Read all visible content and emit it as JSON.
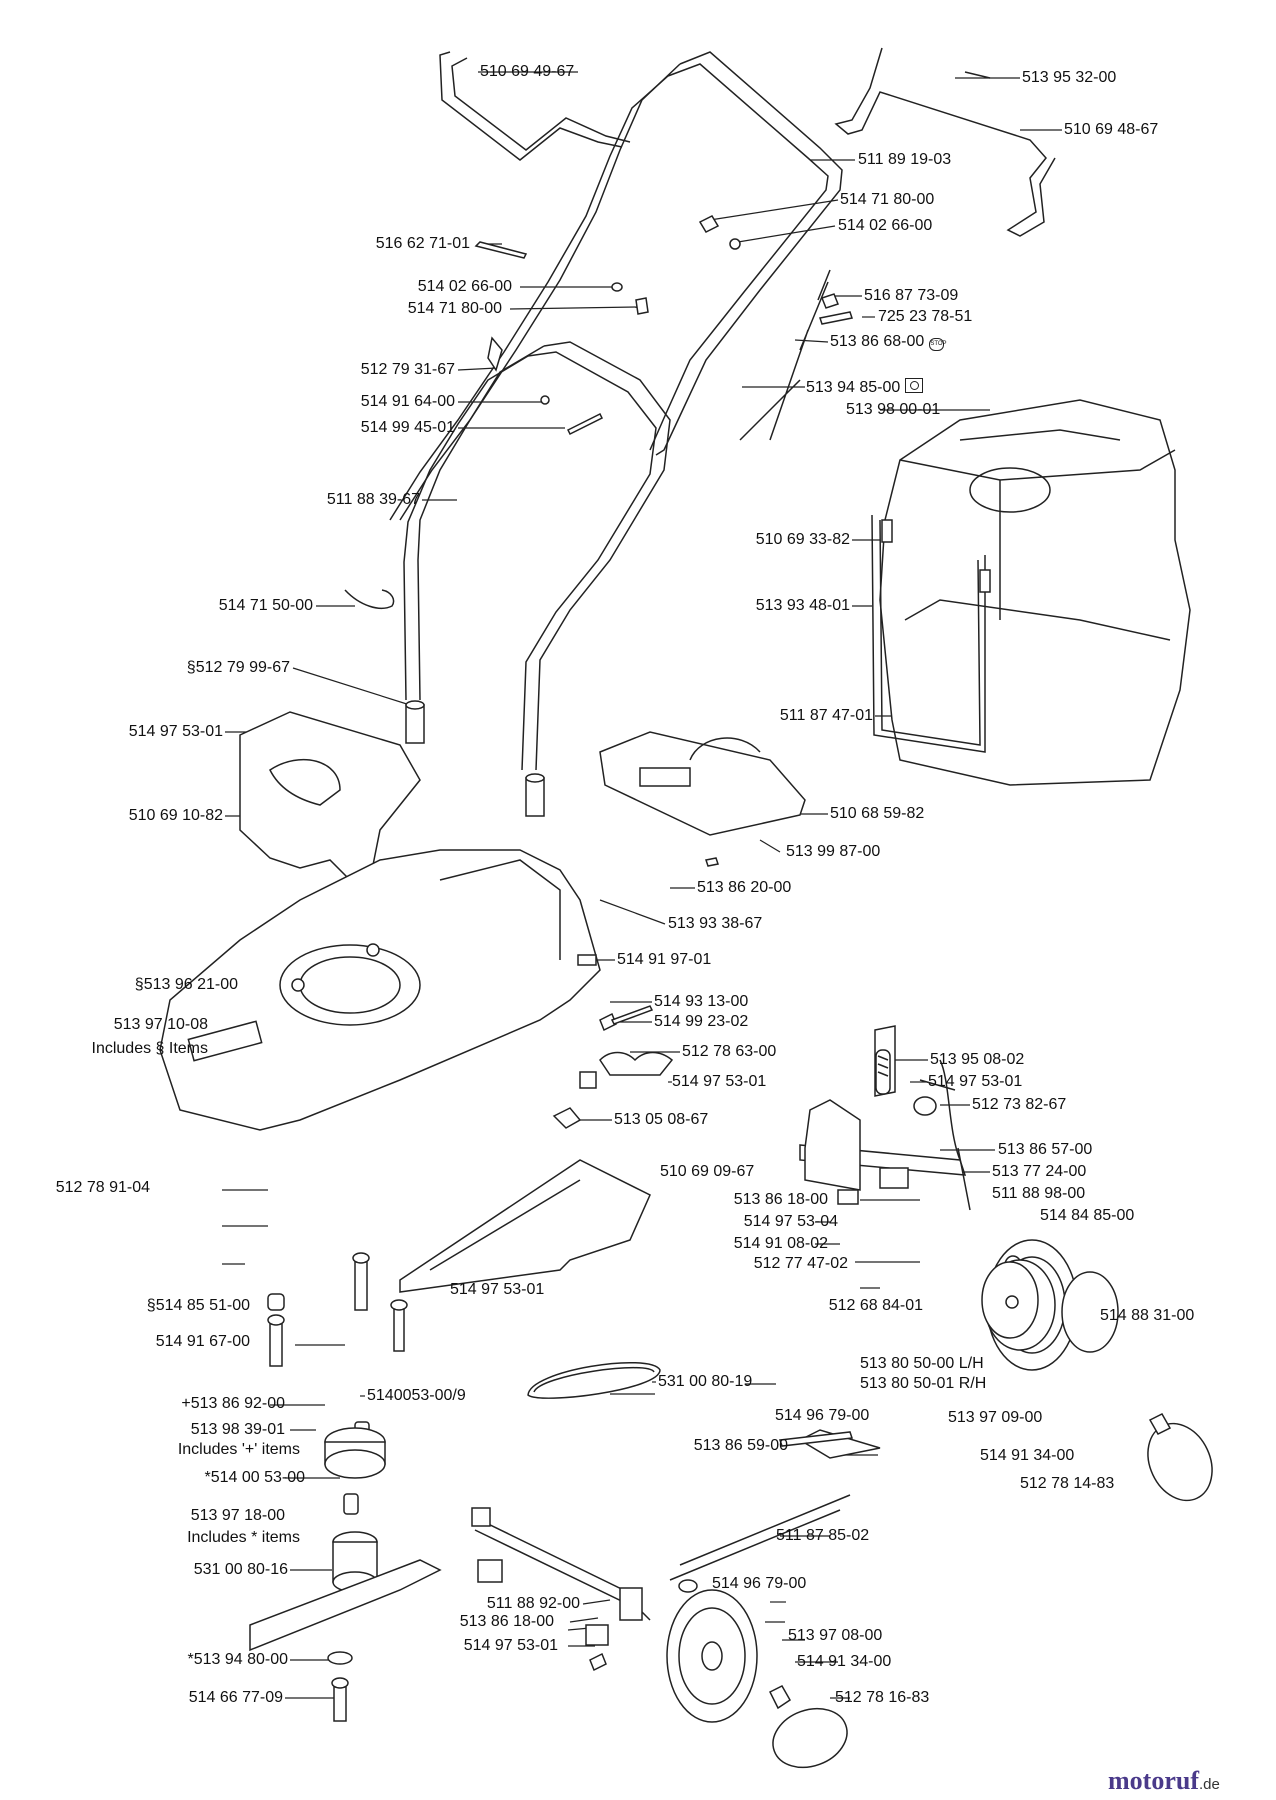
{
  "labels": {
    "l01": "510 69 49-67",
    "l02": "513 95 32-00",
    "l03": "510 69 48-67",
    "l04": "511 89 19-03",
    "l05": "514 71 80-00",
    "l06": "514 02 66-00",
    "l07": "516 62 71-01",
    "l08": "514 02 66-00",
    "l09": "514 71 80-00",
    "l10": "516 87 73-09",
    "l11": "725 23 78-51",
    "l12": "513 86 68-00",
    "l13": "512 79 31-67",
    "l14": "513 94 85-00",
    "l15": "514 91 64-00",
    "l16": "513 98 00-01",
    "l17": "514 99 45-01",
    "l18": "511 88 39-67",
    "l19": "510 69 33-82",
    "l20": "514 71 50-00",
    "l21": "513 93 48-01",
    "l22": "§512 79 99-67",
    "l23": "511 87 47-01",
    "l24": "514 97 53-01",
    "l25": "510 69 10-82",
    "l26": "510 68 59-82",
    "l27": "513 99 87-00",
    "l28": "513 86  20-00",
    "l29": "513 93 38-67",
    "l30": "514 91 97-01",
    "l31": "§513 96 21-00",
    "l32": "514 93 13-00",
    "l33": "514 99 23-02",
    "l34": "513 97 10-08",
    "l35": "Includes § Items",
    "l36": "512 78 63-00",
    "l37": "513 95 08-02",
    "l38": "514 97 53-01",
    "l39": "514 97 53-01",
    "l40": "512 73 82-67",
    "l41": "513 05 08-67",
    "l42": "513 86 57-00",
    "l43": "510 69 09-67",
    "l44": "512 78 91-04",
    "l45": "513 77 24-00",
    "l46": "513 86 18-00",
    "l47": "511 88 98-00",
    "l48": "514 97 53-04",
    "l49": "514 84 85-00",
    "l50": "514 91 08-02",
    "l51": "512 77 47-02",
    "l52": "514 97 53-01",
    "l53": "§514 85 51-00",
    "l54": "512 68 84-01",
    "l55": "514 88 31-00",
    "l56": "514 91 67-00",
    "l57": "513 80 50-00 L/H",
    "l58": "513 80 50-01 R/H",
    "l59": "531 00 80-19",
    "l60": "+513 86 92-00",
    "l61": "5140053-00/9",
    "l62": "514 96 79-00",
    "l63": "513 97 09-00",
    "l64": "513 98 39-01",
    "l65": "Includes '+' items",
    "l66": "513 86 59-00",
    "l67": "514 91 34-00",
    "l68": "*514 00 53-00",
    "l69": "512 78 14-83",
    "l70": "513 97 18-00",
    "l71": "Includes  *  items",
    "l72": "511 87 85-02",
    "l73": "531 00 80-16",
    "l74": "514 96 79-00",
    "l75": "511 88 92-00",
    "l76": "513 97 08-00",
    "l77": "513 86 18-00",
    "l78": "514 97 53-01",
    "l79": "514 91 34-00",
    "l80": "*513 94 80-00",
    "l81": "512 78 16-83",
    "l82": "514 66 77-09"
  },
  "symbols": {
    "stop": "STOP",
    "engine": "engine-symbol"
  },
  "brand": {
    "name": "motoruf",
    "tld": ".de",
    "color": "#4a3a8a"
  }
}
